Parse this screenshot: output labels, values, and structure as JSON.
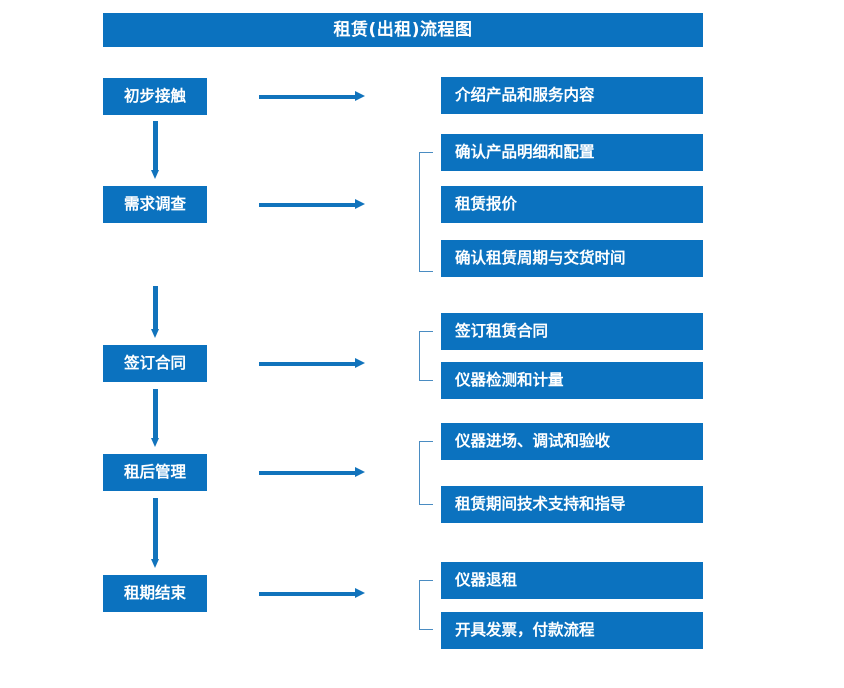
{
  "title": "租赁(出租)流程图",
  "colors": {
    "box_blue": "#0B72BF",
    "arrow_blue": "#1173BC",
    "bracket_blue": "#4A8CC2",
    "text_white": "#FFFFFF",
    "background": "#FFFFFF"
  },
  "stages": [
    {
      "label": "初步接触"
    },
    {
      "label": "需求调查"
    },
    {
      "label": "签订合同"
    },
    {
      "label": "租后管理"
    },
    {
      "label": "租期结束"
    }
  ],
  "details": [
    {
      "label": "介绍产品和服务内容"
    },
    {
      "label": "确认产品明细和配置"
    },
    {
      "label": "租赁报价"
    },
    {
      "label": "确认租赁周期与交货时间"
    },
    {
      "label": "签订租赁合同"
    },
    {
      "label": "仪器检测和计量"
    },
    {
      "label": "仪器进场、调试和验收"
    },
    {
      "label": "租赁期间技术支持和指导"
    },
    {
      "label": "仪器退租"
    },
    {
      "label": "开具发票，付款流程"
    }
  ],
  "groups": [
    {
      "stage": "需求调查",
      "members": [
        "确认产品明细和配置",
        "租赁报价",
        "确认租赁周期与交货时间"
      ]
    },
    {
      "stage": "签订合同",
      "members": [
        "签订租赁合同",
        "仪器检测和计量"
      ]
    },
    {
      "stage": "租后管理",
      "members": [
        "仪器进场、调试和验收",
        "租赁期间技术支持和指导"
      ]
    },
    {
      "stage": "租期结束",
      "members": [
        "仪器退租",
        "开具发票，付款流程"
      ]
    }
  ],
  "flow_arrows": {
    "vertical_label": "next-stage-arrow",
    "horizontal_label": "stage-to-details-arrow"
  }
}
